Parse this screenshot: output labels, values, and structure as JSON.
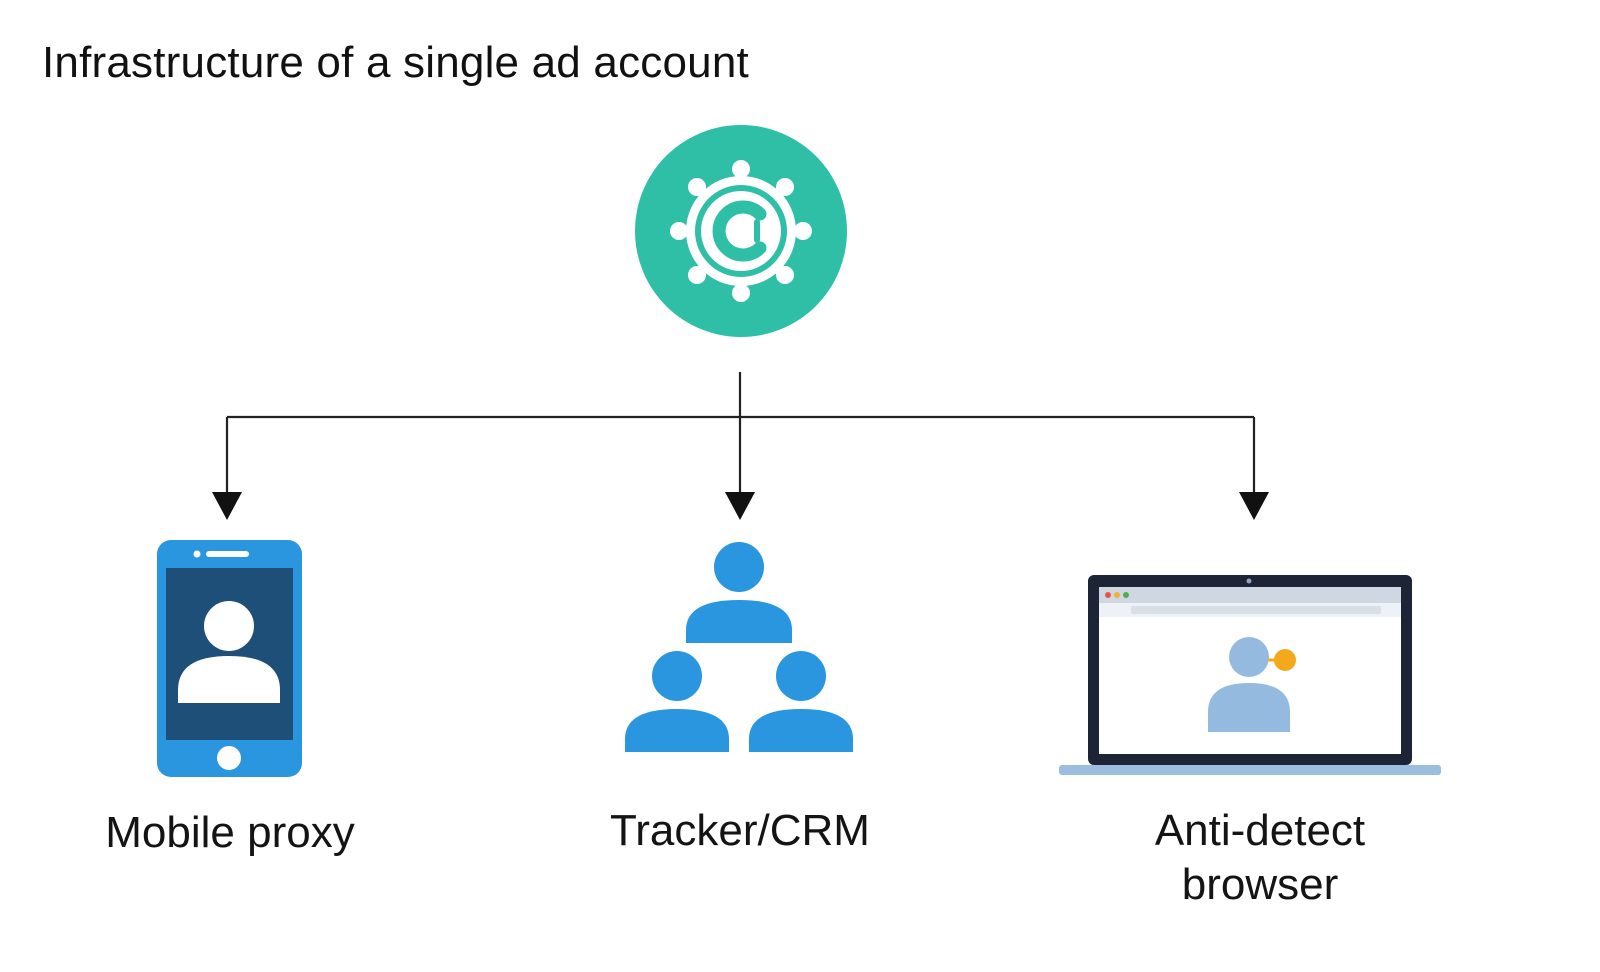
{
  "title": "Infrastructure of a single ad account",
  "root": {
    "icon": "teal-gear-c-logo-icon",
    "color": "#2fbfa7"
  },
  "nodes": [
    {
      "id": "mobile",
      "icon": "smartphone-user-icon",
      "label": "Mobile proxy"
    },
    {
      "id": "tracker",
      "icon": "user-network-icon",
      "label": "Tracker/CRM"
    },
    {
      "id": "browser",
      "icon": "laptop-browser-user-icon",
      "label_lines": [
        "Anti-detect",
        "browser"
      ]
    }
  ],
  "colors": {
    "primary_blue": "#2a96df",
    "phone_screen": "#1e4f79",
    "laptop_frame": "#1c2436",
    "laptop_base": "#9bbde0",
    "browser_user": "#94badf",
    "accent_orange": "#f4a91d",
    "connector": "#222222"
  }
}
